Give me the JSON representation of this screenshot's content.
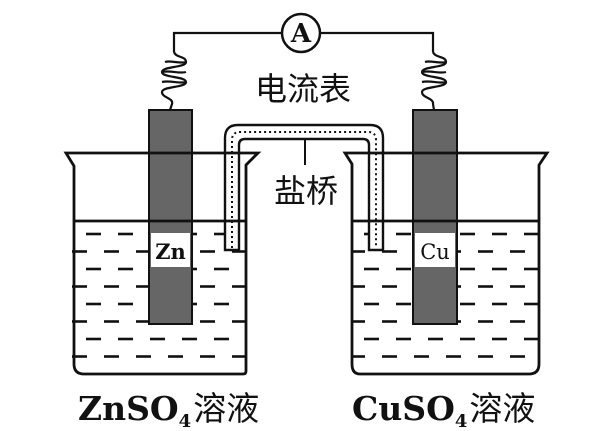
{
  "diagram": {
    "title": "Zn-Cu galvanic cell with salt bridge",
    "ammeter": {
      "symbol": "A",
      "label": "电流表"
    },
    "salt_bridge": {
      "label": "盐桥"
    },
    "left_cell": {
      "electrode": "Zn",
      "solution_formula": "ZnSO",
      "solution_subscript": "4",
      "solution_suffix": "溶液"
    },
    "right_cell": {
      "electrode": "Cu",
      "solution_formula": "CuSO",
      "solution_subscript": "4",
      "solution_suffix": "溶液"
    },
    "colors": {
      "electrode": "#666666",
      "line": "#111111",
      "background": "#ffffff"
    }
  }
}
